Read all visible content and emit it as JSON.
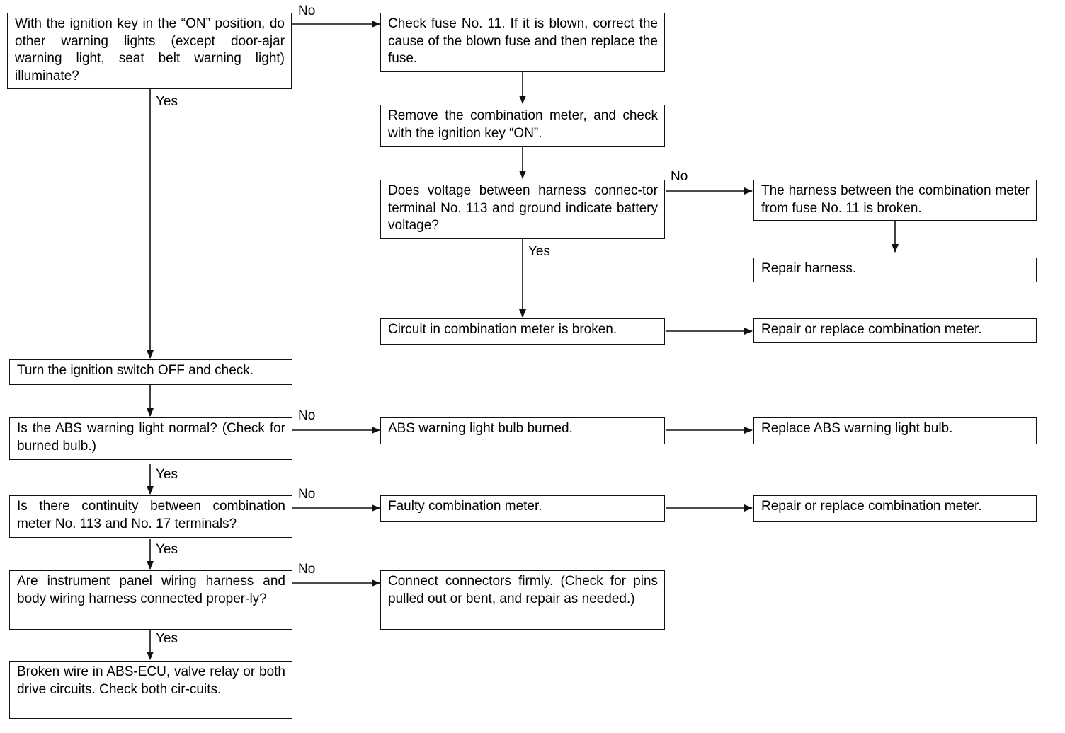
{
  "nodes": {
    "q_warning_lights": "With the ignition key in the “ON” position, do other warning lights (except door-ajar warning light, seat belt warning light) illuminate?",
    "check_fuse": "Check fuse No. 11. If it is blown, correct the cause of the blown fuse and then replace the fuse.",
    "remove_meter": "Remove the combination meter, and check with the ignition key “ON”.",
    "q_voltage": "Does voltage between harness connec-tor terminal No. 113 and ground indicate battery voltage?",
    "harness_broken": "The harness between the combination meter from fuse No. 11 is broken.",
    "repair_harness": "Repair harness.",
    "circuit_broken": "Circuit in combination meter is broken.",
    "repair_replace_meter_1": "Repair or replace combination meter.",
    "turn_ignition_off": "Turn the ignition switch OFF and check.",
    "q_abs_light": "Is the ABS warning light normal? (Check for burned bulb.)",
    "bulb_burned": "ABS warning light bulb burned.",
    "replace_bulb": "Replace ABS warning light bulb.",
    "q_continuity": "Is there continuity between combination meter No. 113 and No. 17 terminals?",
    "faulty_meter": "Faulty combination meter.",
    "repair_replace_meter_2": "Repair or replace combination meter.",
    "q_harness_connected": "Are instrument panel wiring harness and body wiring harness connected proper-ly?",
    "connect_firmly": "Connect connectors firmly. (Check for pins pulled out or bent, and repair as needed.)",
    "broken_wire_ecu": "Broken wire in ABS-ECU, valve relay or both drive circuits. Check both cir-cuits."
  },
  "labels": {
    "yes": "Yes",
    "no": "No"
  }
}
